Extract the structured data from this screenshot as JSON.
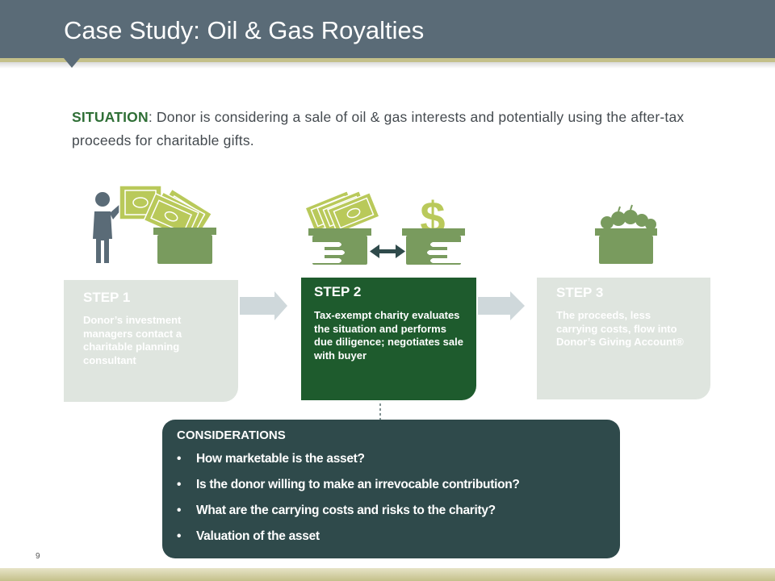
{
  "slide": {
    "title": "Case Study: Oil & Gas Royalties",
    "page_number": "9"
  },
  "situation": {
    "lead": "SITUATION",
    "text": ": Donor is considering a sale of oil & gas interests and potentially using the after-tax proceeds for charitable gifts."
  },
  "steps": [
    {
      "label": "STEP 1",
      "text": "Donor’s investment managers contact a charitable planning consultant"
    },
    {
      "label": "STEP 2",
      "text": "Tax-exempt charity evaluates the situation and performs due diligence; negotiates sale with buyer"
    },
    {
      "label": "STEP 3",
      "text": "The proceeds, less carrying costs, flow into Donor’s Giving Account®"
    }
  ],
  "considerations": {
    "title": "CONSIDERATIONS",
    "items": [
      "How marketable is the asset?",
      "Is the donor willing to make an irrevocable contribution?",
      "What are the carrying costs and risks to the charity?",
      "Valuation of the asset"
    ]
  },
  "colors": {
    "header": "#5a6b77",
    "accent_gold": "#c4c08a",
    "icon_green": "#799b5e",
    "certificate_lime": "#b9c95a",
    "step_active": "#1e5b2d",
    "step_inactive": "#dfe5df",
    "considerations_bg": "#2f4a4b",
    "situation_lead": "#2f6f36"
  },
  "icons": [
    "person-icon",
    "certificates-icon",
    "basket-icon",
    "cash-icon",
    "hand-icon",
    "exchange-arrow-icon",
    "dollar-sign-icon",
    "apples-icon",
    "step-arrow-icon"
  ]
}
